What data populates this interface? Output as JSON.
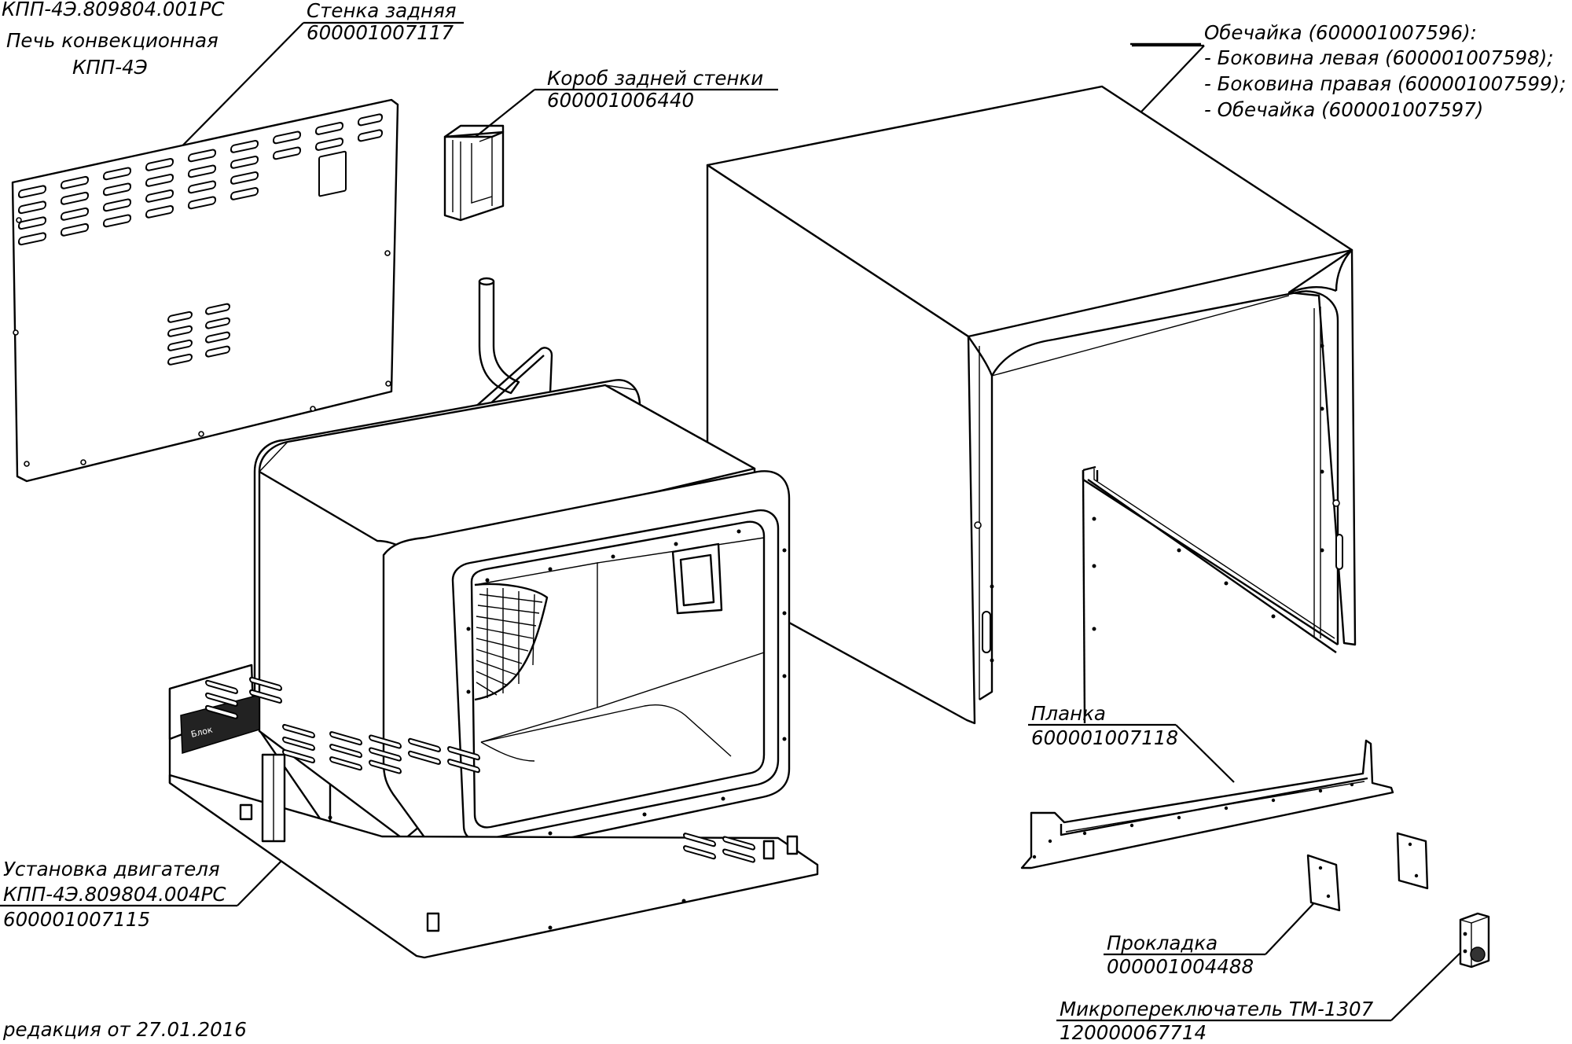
{
  "title_block": {
    "doc_number": "КПП-4Э.809804.001РС",
    "name_line1": "Печь конвекционная",
    "name_line2": "КПП-4Э"
  },
  "callouts": {
    "rear_wall": {
      "name": "Стенка задняя",
      "code": "600001007117"
    },
    "rear_wall_box": {
      "name": "Короб задней стенки",
      "code": "600001006440"
    },
    "shell": {
      "name": "Обечайка (600001007596):",
      "items": [
        "- Боковина левая (600001007598);",
        "- Боковина правая (600001007599);",
        "- Обечайка (600001007597)"
      ]
    },
    "strip": {
      "name": "Планка",
      "code": "600001007118"
    },
    "gasket": {
      "name": "Прокладка",
      "code": "000001004488"
    },
    "microswitch": {
      "name": "Микропереключатель ТМ-1307",
      "code": "120000067714"
    },
    "motor_unit": {
      "name": "Установка двигателя",
      "doc_number": "КПП-4Э.809804.004РС",
      "code": "600001007115"
    }
  },
  "revision": "редакция от 27.01.2016"
}
